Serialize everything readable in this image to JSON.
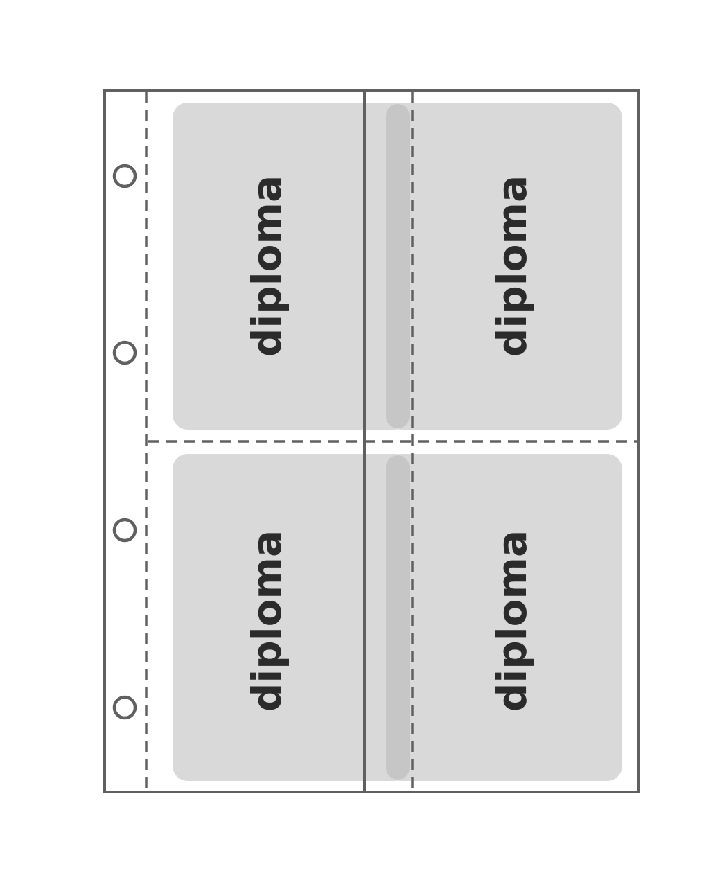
{
  "pockets": [
    {
      "label": "diploma"
    },
    {
      "label": "diploma"
    },
    {
      "label": "diploma"
    },
    {
      "label": "diploma"
    }
  ],
  "colors": {
    "frame": "#606060",
    "pocket_fill": "#d9d9d9",
    "fold_fill": "#c6c6c6",
    "label": "#2b2b2b",
    "background": "#ffffff"
  },
  "binder_holes": 4
}
